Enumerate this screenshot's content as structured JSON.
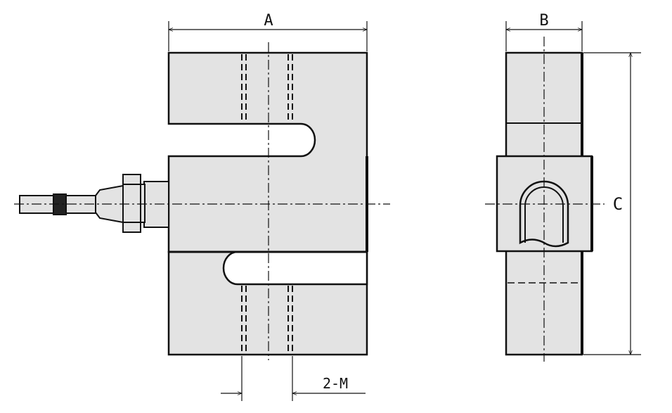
{
  "labels": {
    "dim_a": "A",
    "dim_b": "B",
    "dim_c": "C",
    "dim_m": "2-M"
  },
  "colors": {
    "fill": "#e3e3e3",
    "stroke": "#111111",
    "background": "#ffffff"
  }
}
